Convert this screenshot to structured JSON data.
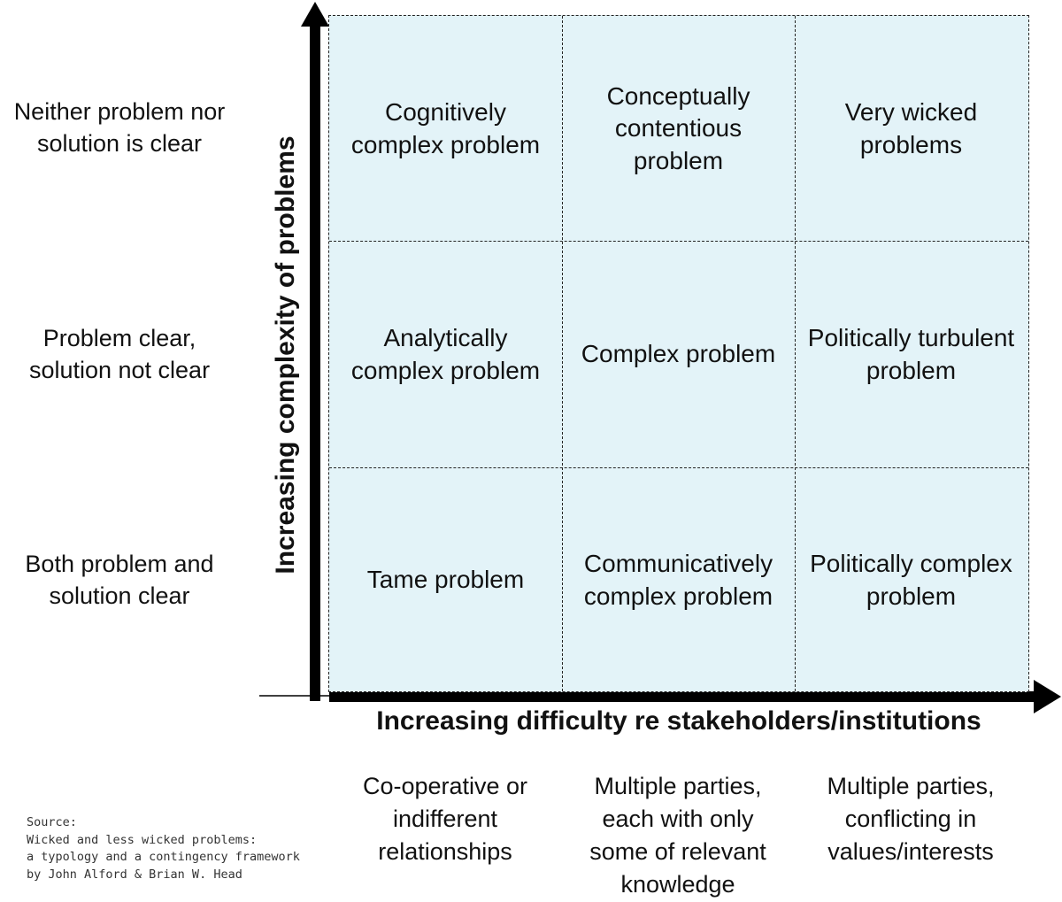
{
  "y_axis": {
    "title": "Increasing complexity of problems",
    "levels": [
      "Neither problem nor solution is clear",
      "Problem clear, solution not clear",
      "Both problem and solution  clear"
    ]
  },
  "x_axis": {
    "title": "Increasing difficulty re stakeholders/institutions",
    "levels": [
      "Co-operative or indifferent relationships",
      "Multiple parties, each with only some of relevant knowledge",
      "Multiple parties, conflicting in values/interests"
    ]
  },
  "cells": [
    [
      "Cognitively complex problem",
      "Conceptually contentious problem",
      "Very wicked problems"
    ],
    [
      "Analytically complex problem",
      "Complex problem",
      "Politically turbulent problem"
    ],
    [
      "Tame problem",
      "Communicatively complex problem",
      "Politically complex problem"
    ]
  ],
  "source": {
    "label": "Source:",
    "lines": [
      "Wicked and less wicked problems:",
      "a typology and a contingency framework",
      "by John Alford & Brian W. Head"
    ]
  },
  "colors": {
    "cell_fill": "#e3f3f8",
    "axis": "#000000"
  }
}
